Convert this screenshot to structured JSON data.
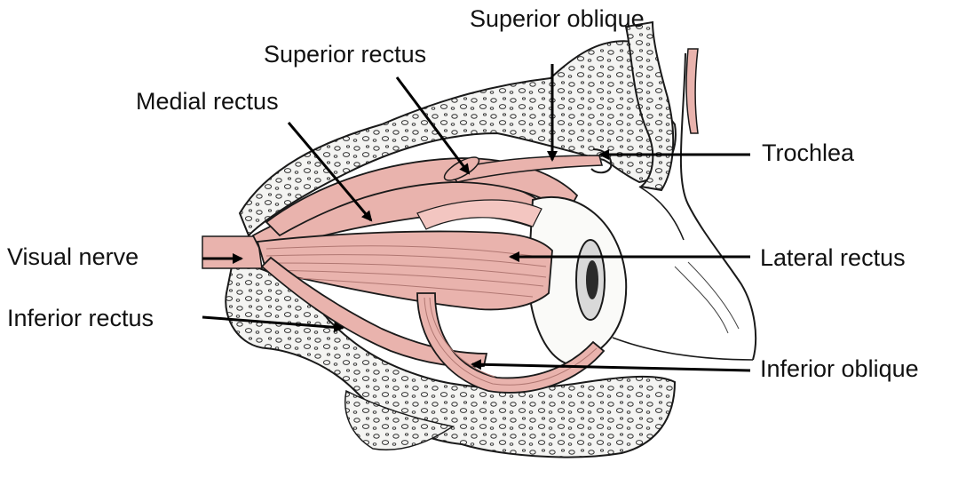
{
  "labels": {
    "superior_oblique": "Superior oblique",
    "superior_rectus": "Superior rectus",
    "medial_rectus": "Medial rectus",
    "trochlea": "Trochlea",
    "visual_nerve": "Visual nerve",
    "lateral_rectus": "Lateral rectus",
    "inferior_rectus": "Inferior rectus",
    "inferior_oblique": "Inferior oblique"
  },
  "colors": {
    "muscle": "#e9b3ad",
    "muscle_dark": "#c98b86",
    "bone": "#f4f4f2",
    "outline": "#1a1a1a",
    "arrow": "#000000"
  }
}
